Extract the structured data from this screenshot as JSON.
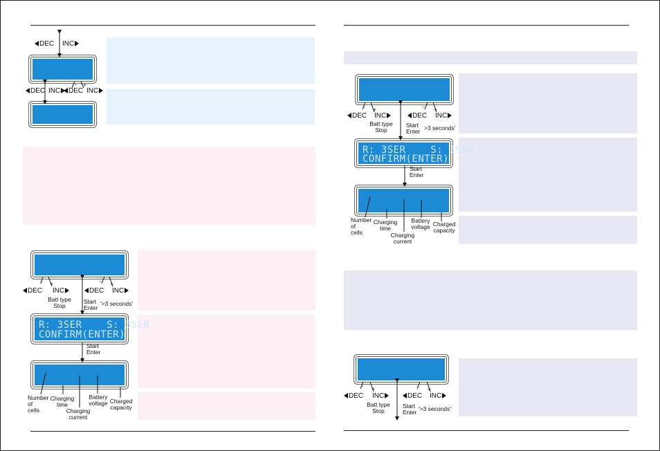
{
  "keys": {
    "dec": "DEC",
    "inc": "INC",
    "minus": "-",
    "plus": "+"
  },
  "labels": {
    "batt_type_stop": [
      "Batt type",
      "Stop"
    ],
    "start_enter": [
      "Start",
      "Enter"
    ],
    "three_seconds": "'>3 seconds'",
    "three_seconds_right": ">3 seconds'",
    "number_of_cells": [
      "Number",
      "of",
      "cells"
    ],
    "charging_time": [
      "Charging",
      "time"
    ],
    "charging_current": [
      "Charging",
      "current"
    ],
    "battery_voltage": [
      "Battery",
      "voltage"
    ],
    "charged_capacity": [
      "Charged",
      "capacity"
    ]
  },
  "lcd": {
    "line1": "R: 3SER    S: 3SER",
    "line2": "CONFIRM(ENTER)"
  }
}
